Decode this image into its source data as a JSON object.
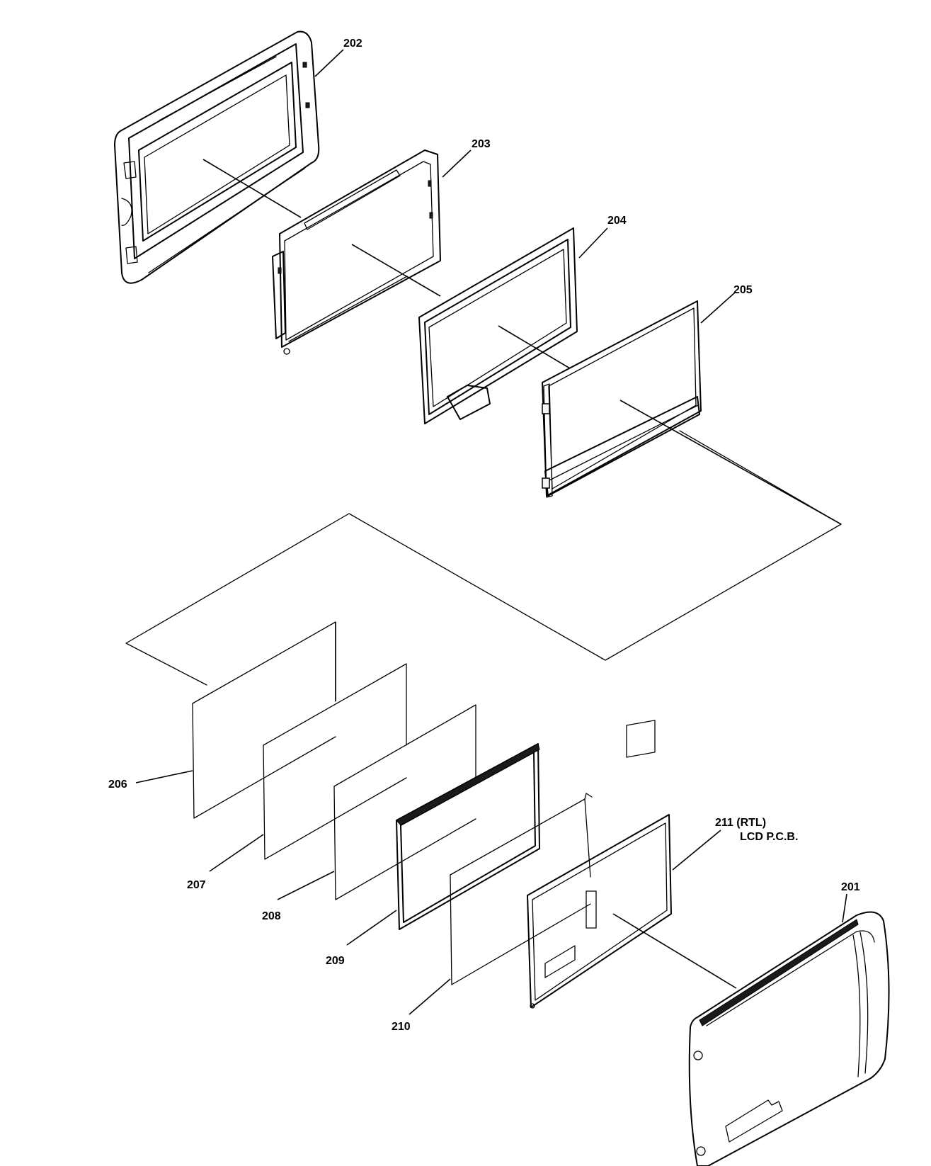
{
  "labels": {
    "p201": "201",
    "p202": "202",
    "p203": "203",
    "p204": "204",
    "p205": "205",
    "p206": "206",
    "p207": "207",
    "p208": "208",
    "p209": "209",
    "p210": "210",
    "p211_line1": "211 (RTL)",
    "p211_line2": "LCD P.C.B."
  }
}
